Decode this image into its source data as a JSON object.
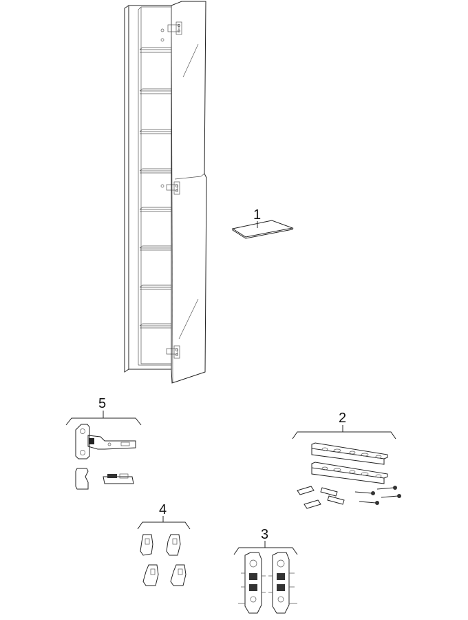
{
  "diagram": {
    "callouts": [
      {
        "id": "glass-shelf",
        "label": "1"
      },
      {
        "id": "wall-rail-kit",
        "label": "2"
      },
      {
        "id": "suspension-bracket",
        "label": "3"
      },
      {
        "id": "shelf-support",
        "label": "4"
      },
      {
        "id": "hinge-set",
        "label": "5"
      }
    ]
  }
}
